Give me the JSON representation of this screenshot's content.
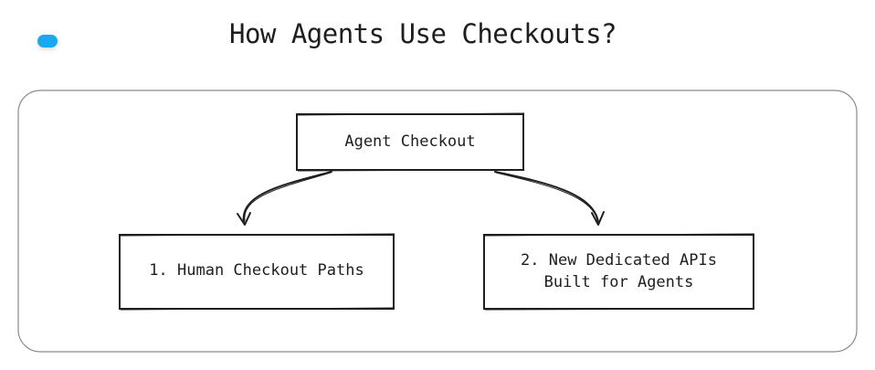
{
  "title": "How Agents Use Checkouts?",
  "colors": {
    "accent_dot": "#1aa8f0",
    "stroke": "#1e1e1e",
    "frame": "#8a8a8a"
  },
  "nodes": {
    "root": {
      "label": "Agent Checkout"
    },
    "left": {
      "label": "1. Human Checkout Paths"
    },
    "right": {
      "label_line1": "2. New Dedicated APIs",
      "label_line2": "Built for Agents"
    }
  }
}
